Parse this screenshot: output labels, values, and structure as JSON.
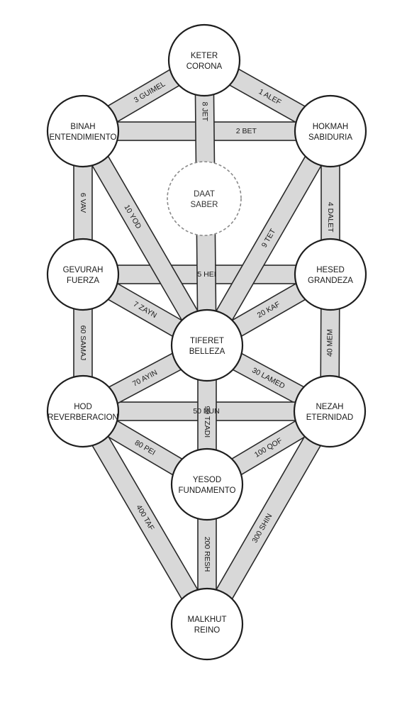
{
  "nodes": [
    {
      "id": "keter",
      "line1": "KETER",
      "line2": "CORONA"
    },
    {
      "id": "hokmah",
      "line1": "HOKMAH",
      "line2": "SABIDURIA"
    },
    {
      "id": "binah",
      "line1": "BINAH",
      "line2": "ENTENDIMIENTO"
    },
    {
      "id": "daat",
      "line1": "DAAT",
      "line2": "SABER"
    },
    {
      "id": "hesed",
      "line1": "HESED",
      "line2": "GRANDEZA"
    },
    {
      "id": "gevurah",
      "line1": "GEVURAH",
      "line2": "FUERZA"
    },
    {
      "id": "tiferet",
      "line1": "TIFERET",
      "line2": "BELLEZA"
    },
    {
      "id": "nezah",
      "line1": "NEZAH",
      "line2": "ETERNIDAD"
    },
    {
      "id": "hod",
      "line1": "HOD",
      "line2": "REVERBERACION"
    },
    {
      "id": "yesod",
      "line1": "YESOD",
      "line2": "FUNDAMENTO"
    },
    {
      "id": "malkhut",
      "line1": "MALKHUT",
      "line2": "REINO"
    }
  ],
  "paths": [
    {
      "id": "alef",
      "from": "keter",
      "to": "hokmah",
      "label": "1 ALEF"
    },
    {
      "id": "bet",
      "from": "binah",
      "to": "hokmah",
      "label": "2 BET"
    },
    {
      "id": "guimel",
      "from": "binah",
      "to": "keter",
      "label": "3 GUIMEL"
    },
    {
      "id": "dalet",
      "from": "hesed",
      "to": "hokmah",
      "label": "4 DALET"
    },
    {
      "id": "hei",
      "from": "gevurah",
      "to": "hesed",
      "label": "5 HEI"
    },
    {
      "id": "vav",
      "from": "gevurah",
      "to": "binah",
      "label": "6 VAV"
    },
    {
      "id": "zayn",
      "from": "gevurah",
      "to": "tiferet",
      "label": "7 ZAYN"
    },
    {
      "id": "jet",
      "from": "tiferet",
      "to": "keter",
      "label": "8 JET"
    },
    {
      "id": "tet",
      "from": "tiferet",
      "to": "hokmah",
      "label": "9 TET"
    },
    {
      "id": "yod",
      "from": "binah",
      "to": "tiferet",
      "label": "10 YOD"
    },
    {
      "id": "kaf",
      "from": "tiferet",
      "to": "hesed",
      "label": "20 KAF"
    },
    {
      "id": "lamed",
      "from": "tiferet",
      "to": "nezah",
      "label": "30 LAMED"
    },
    {
      "id": "mem",
      "from": "nezah",
      "to": "hesed",
      "label": "40 MEM"
    },
    {
      "id": "nun",
      "from": "hod",
      "to": "nezah",
      "label": "50 NUN"
    },
    {
      "id": "samaj",
      "from": "hod",
      "to": "gevurah",
      "label": "60 SAMAJ"
    },
    {
      "id": "ayin",
      "from": "hod",
      "to": "tiferet",
      "label": "70 AYIN"
    },
    {
      "id": "pei",
      "from": "hod",
      "to": "yesod",
      "label": "80 PEI"
    },
    {
      "id": "tzadi",
      "from": "yesod",
      "to": "tiferet",
      "label": "90 TZADI"
    },
    {
      "id": "qof",
      "from": "yesod",
      "to": "nezah",
      "label": "100 QOF"
    },
    {
      "id": "resh",
      "from": "malkhut",
      "to": "yesod",
      "label": "200 RESH"
    },
    {
      "id": "shin",
      "from": "malkhut",
      "to": "nezah",
      "label": "300 SHIN"
    },
    {
      "id": "taf",
      "from": "hod",
      "to": "malkhut",
      "label": "400 TAF"
    }
  ]
}
